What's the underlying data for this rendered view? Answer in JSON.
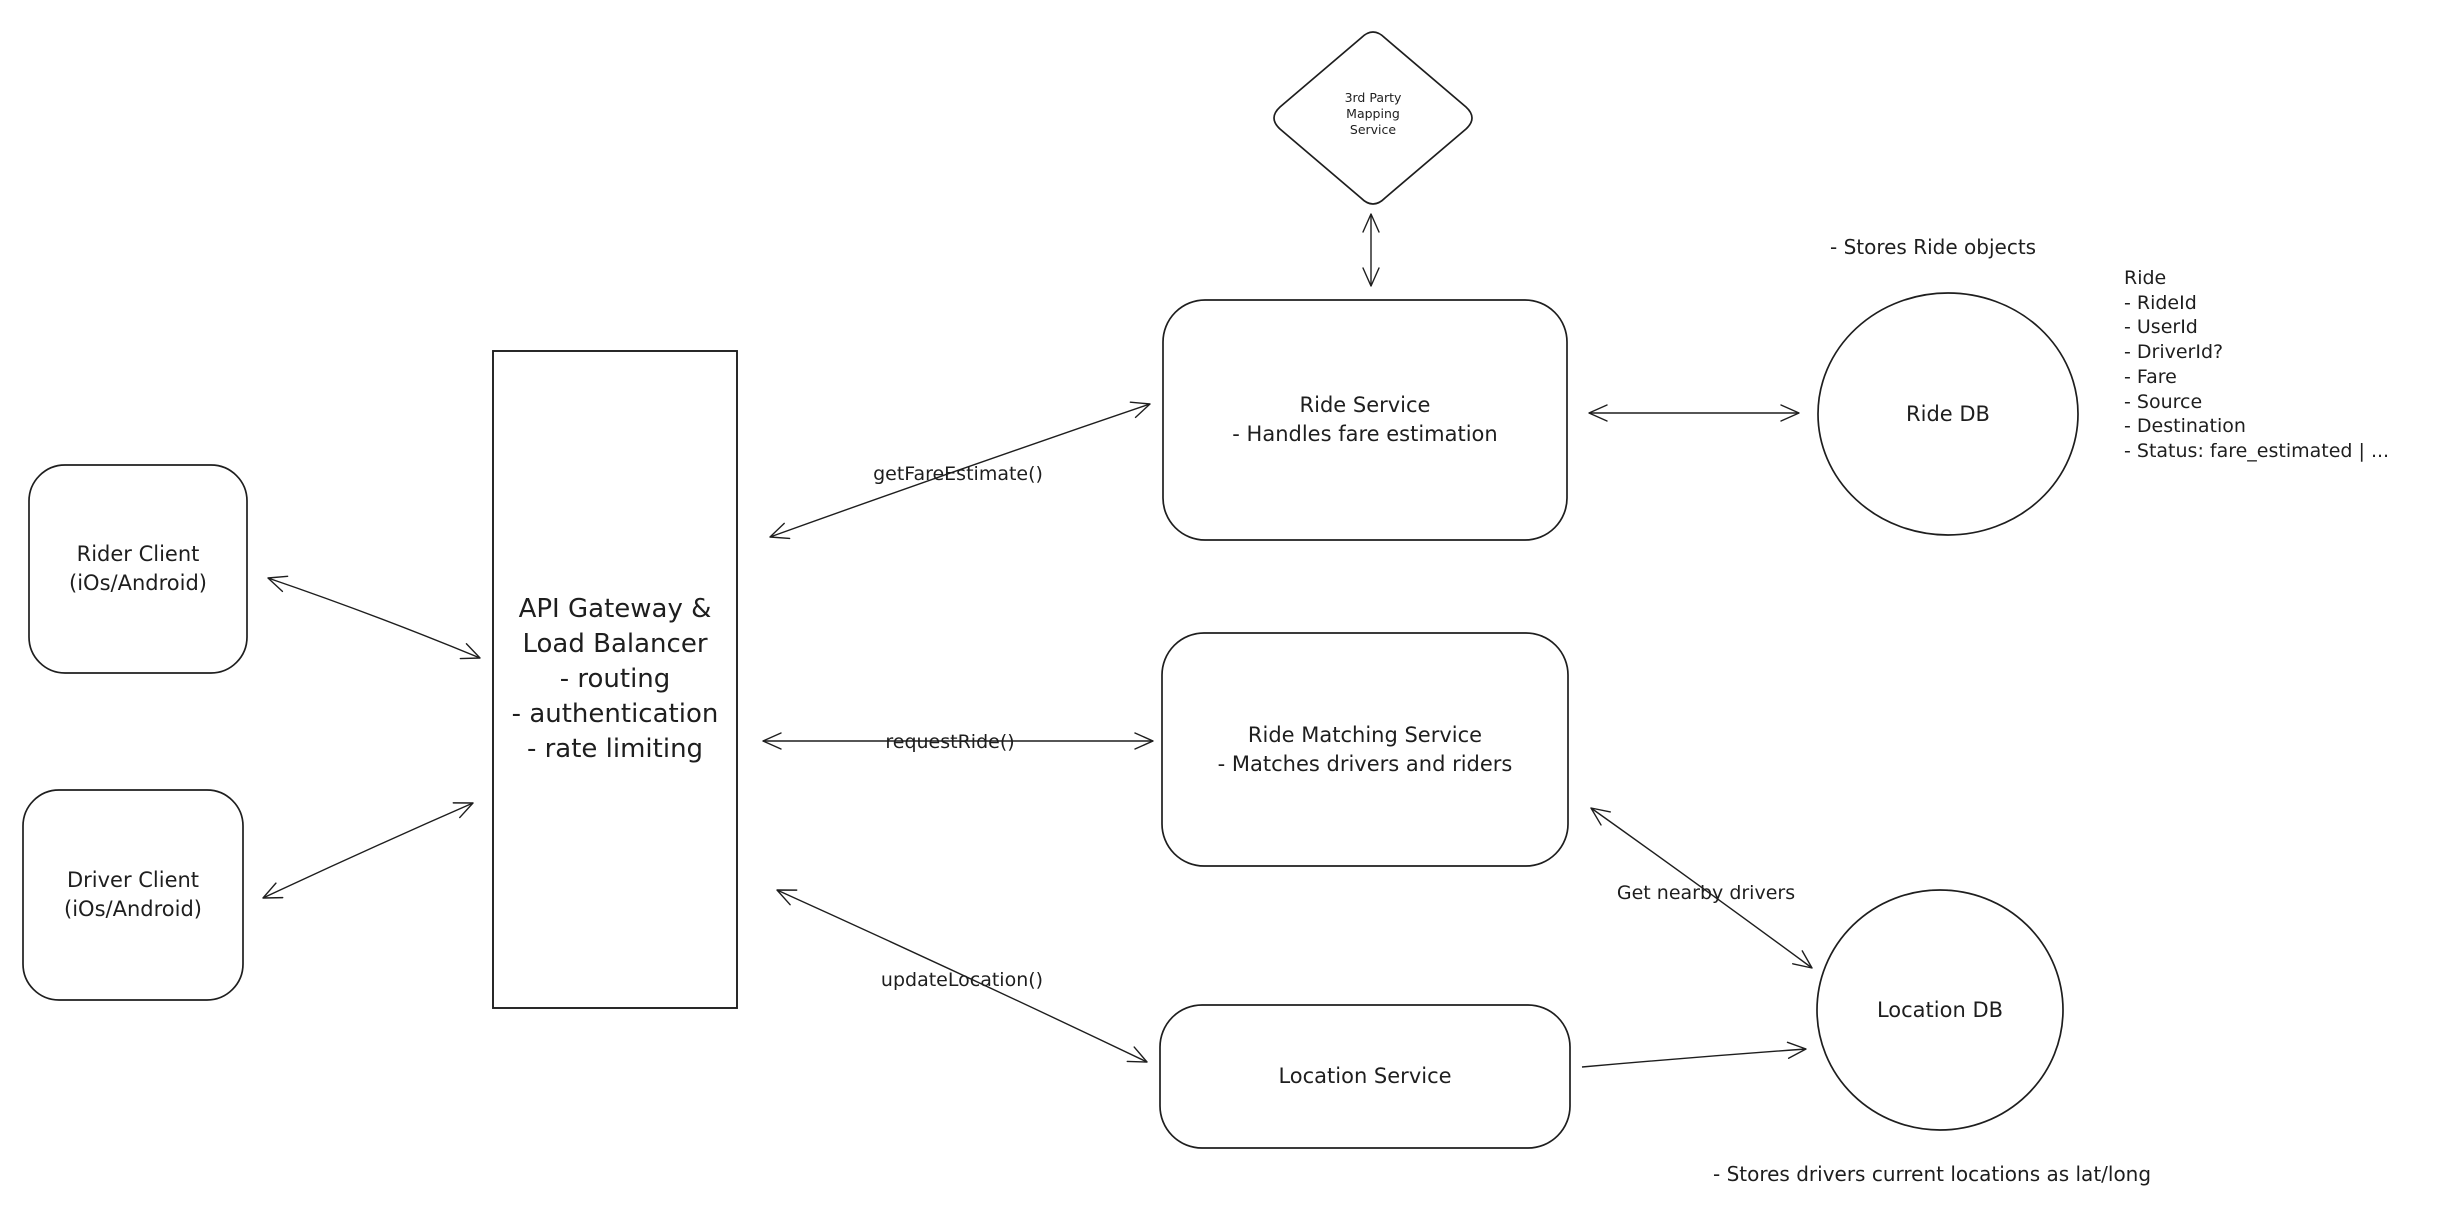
{
  "page": {
    "background": "#ffffff",
    "ink_color": "#1e1e1e"
  },
  "nodes": {
    "mapping_service": {
      "label": "3rd Party\nMapping\nService",
      "shape": "diamond"
    },
    "rider_client": {
      "label": "Rider Client\n(iOs/Android)",
      "shape": "rounded-rectangle"
    },
    "driver_client": {
      "label": "Driver Client\n(iOs/Android)",
      "shape": "rounded-rectangle"
    },
    "api_gateway": {
      "label": "API Gateway &\nLoad Balancer\n- routing\n- authentication\n- rate limiting",
      "shape": "rectangle"
    },
    "ride_service": {
      "label": "Ride Service\n- Handles fare estimation",
      "shape": "rounded-rectangle"
    },
    "ride_matching_service": {
      "label": "Ride Matching Service\n- Matches drivers and riders",
      "shape": "rounded-rectangle"
    },
    "location_service": {
      "label": "Location Service",
      "shape": "rounded-rectangle"
    },
    "ride_db": {
      "label": "Ride DB",
      "shape": "circle"
    },
    "location_db": {
      "label": "Location DB",
      "shape": "circle"
    }
  },
  "edge_labels": {
    "get_fare_estimate": "getFareEstimate()",
    "request_ride": "requestRide()",
    "update_location": "updateLocation()",
    "get_nearby_drivers": "Get nearby drivers"
  },
  "annotations": {
    "ride_db_note": "- Stores Ride objects",
    "ride_schema": "Ride\n- RideId\n- UserId\n- DriverId?\n- Fare\n- Source\n- Destination\n- Status: fare_estimated | ...",
    "location_db_note": "- Stores drivers current locations as lat/long"
  }
}
